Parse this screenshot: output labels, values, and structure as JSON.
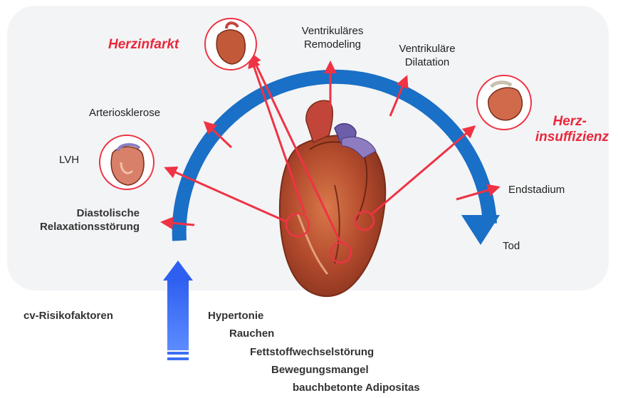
{
  "labels": {
    "herzinfarkt": "Herzinfarkt",
    "ventrikulaeres_remodeling": [
      "Ventrikuläres",
      "Remodeling"
    ],
    "ventrikulaere_dilatation": [
      "Ventrikuläre",
      "Dilatation"
    ],
    "herzinsuffizienz": [
      "Herz-",
      "insuffizienz"
    ],
    "arteriosklerose": "Arteriosklerose",
    "lvh": "LVH",
    "endstadium": "Endstadium",
    "diastolische": [
      "Diastolische",
      "Relaxationsstörung"
    ],
    "tod": "Tod",
    "cv_risikofaktoren": "cv-Risikofaktoren"
  },
  "risk_factors": [
    "Hypertonie",
    "Rauchen",
    "Fettstoffwechselstörung",
    "Bewegungsmangel",
    "bauchbetonte Adipositas"
  ],
  "colors": {
    "arc_blue": "#1a6fc6",
    "arrow_red": "#ee3344",
    "up_arrow_blue": "#3d6ef5",
    "accent_red": "#e8283c"
  }
}
